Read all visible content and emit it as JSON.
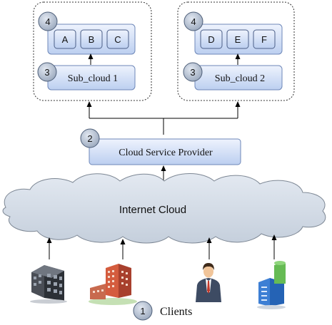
{
  "subclouds": [
    {
      "name": "Sub_cloud 1",
      "level_badge": "3",
      "services_badge": "4",
      "services": [
        "A",
        "B",
        "C"
      ]
    },
    {
      "name": "Sub_cloud 2",
      "level_badge": "3",
      "services_badge": "4",
      "services": [
        "D",
        "E",
        "F"
      ]
    }
  ],
  "provider": {
    "label": "Cloud Service Provider",
    "badge": "2"
  },
  "internet": {
    "label": "Internet Cloud"
  },
  "clients": {
    "label": "Clients",
    "badge": "1",
    "icons": [
      "office-building-icon",
      "hotel-building-icon",
      "person-icon",
      "datacenter-building-icon"
    ]
  },
  "colors": {
    "box_fill_top": "#eef3fd",
    "box_fill_bottom": "#bccff0",
    "box_stroke": "#6e87b8",
    "badge_fill": "#b9c3d3",
    "badge_stroke": "#4d5e78",
    "cloud_fill": "#d5dde8",
    "cloud_stroke": "#7d8794"
  }
}
